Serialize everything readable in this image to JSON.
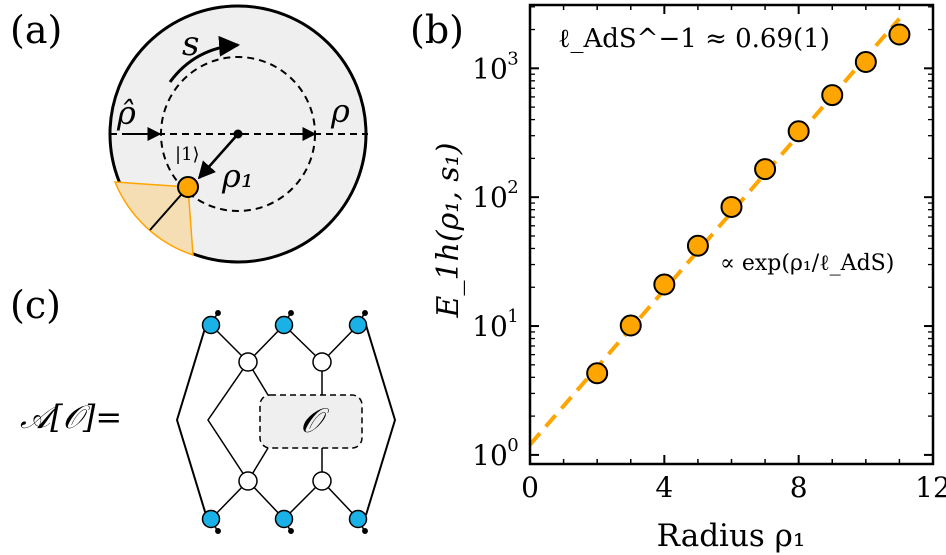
{
  "panels": {
    "a": {
      "label": "(a)",
      "arc_label": "s",
      "rho_hat": "ρ̂",
      "rho": "ρ",
      "ket": "|1⟩",
      "rho1": "ρ₁"
    },
    "b": {
      "label": "(b)"
    },
    "c": {
      "label": "(c)",
      "lhs": "𝒜[𝒪]=",
      "operator": "𝒪"
    }
  },
  "colors": {
    "marker": "#ffa500",
    "fit_line": "#ffa500",
    "sphere": "#efefef",
    "tensor": "#1ab2e6",
    "wedge": "#f5deb3"
  },
  "chart_data": {
    "type": "scatter",
    "title": "",
    "xlabel": "Radius ρ₁",
    "ylabel": "E_1h(ρ₁, s₁)",
    "annotation": "ℓ_AdS^−1 ≈ 0.69(1)",
    "fit_annotation": "∝ exp(ρ₁/ℓ_AdS)",
    "xlim": [
      0,
      12
    ],
    "ylim": [
      0.85,
      3100
    ],
    "y_scale": "log",
    "grid": false,
    "x_ticks": [
      {
        "value": 0,
        "label": "0"
      },
      {
        "value": 4,
        "label": "4"
      },
      {
        "value": 8,
        "label": "8"
      },
      {
        "value": 12,
        "label": "12"
      }
    ],
    "y_ticks": [
      {
        "value": 1,
        "label": "10",
        "exp": "0"
      },
      {
        "value": 10,
        "label": "10",
        "exp": "1"
      },
      {
        "value": 100,
        "label": "10",
        "exp": "2"
      },
      {
        "value": 1000,
        "label": "10",
        "exp": "3"
      }
    ],
    "series": [
      {
        "x": [
          2,
          3,
          4,
          5,
          6,
          7,
          8,
          9,
          10,
          11
        ],
        "y": [
          4.3,
          10.1,
          21.0,
          42.0,
          84.0,
          165.0,
          325.0,
          620.0,
          1120.0,
          1830.0
        ]
      }
    ],
    "fit": {
      "x": [
        0,
        11
      ],
      "y": [
        1.2,
        2430
      ]
    }
  }
}
